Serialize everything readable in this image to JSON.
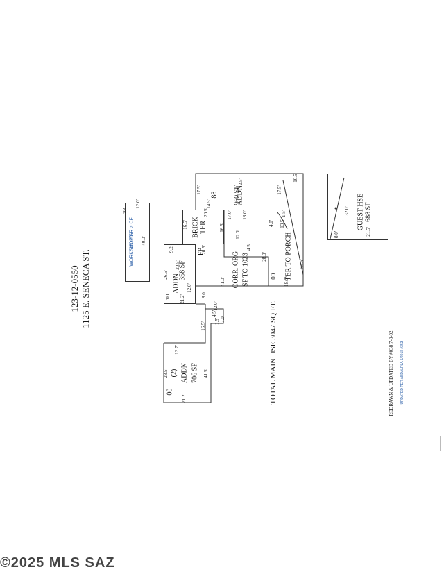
{
  "header": {
    "parcel": "123-12-0550",
    "address": "1125 E. SENECA ST."
  },
  "workshop": {
    "label": "WORKSHOP/SR > CF",
    "area": "480 SF",
    "year": "'88",
    "dim_top": "12.0'",
    "dim_len": "40.0'"
  },
  "addn_358": {
    "year": "'00",
    "name": "ADDN",
    "area": "358 SF",
    "d1": "26.5'",
    "d2": "20.5'",
    "d3": "9.2'",
    "d4": "21.2'",
    "d5": "12.0'",
    "d6": "8.0'"
  },
  "brick_ter": {
    "name1": "BRICK",
    "name2": "TER",
    "fp": "FP",
    "d1": "16.5'",
    "d2": "20.5'",
    "d3": "16.5'",
    "d4": "20.5'"
  },
  "addn_960": {
    "year": "'88",
    "name": "ADDN",
    "area": "960 SF",
    "d1": "17.5'",
    "d2": "14.5'",
    "d3": "42.5'",
    "d4": "10.5'",
    "d5": "17.5'",
    "d6": "17.0'",
    "d7": "18.0'"
  },
  "corr_org": {
    "name": "CORR. ORG",
    "area": "SF TO 1023",
    "d1": "41.0'",
    "d2": "12.0'",
    "d3": "28.0'",
    "d4": "4.5'"
  },
  "ter_porch": {
    "year": "'00",
    "name": "TER TO PORCH",
    "d1": "54.5'",
    "d2": "18.0'",
    "d3": "4.0'",
    "d4": "13.5'",
    "d5": "1.5'"
  },
  "addn_706": {
    "year": "'00",
    "num": "(2)",
    "name": "ADDN",
    "area": "706 SF",
    "d1": "28.5'",
    "d2": "12.7'",
    "d3": "21.2'",
    "d4": "41.5'",
    "d5": "16.5'",
    "d6": "12.0'",
    "d7": "4.5'",
    "d8": "7.0'",
    "d9": "1.5'"
  },
  "guest": {
    "name": "GUEST HSE",
    "area": "688 SF",
    "d1": "32.0'",
    "d2": "8.0'",
    "d3": "21.5'"
  },
  "total": "TOTAL MAIN HSE 3047 SQ.FT.",
  "notes": {
    "redrawn": "REDRAWN & UPDATED BY #038 7-8-02",
    "updated": "UPDATED PER ABDALPLA 5/2018 #353"
  },
  "watermark": "©2025 MLS SAZ"
}
